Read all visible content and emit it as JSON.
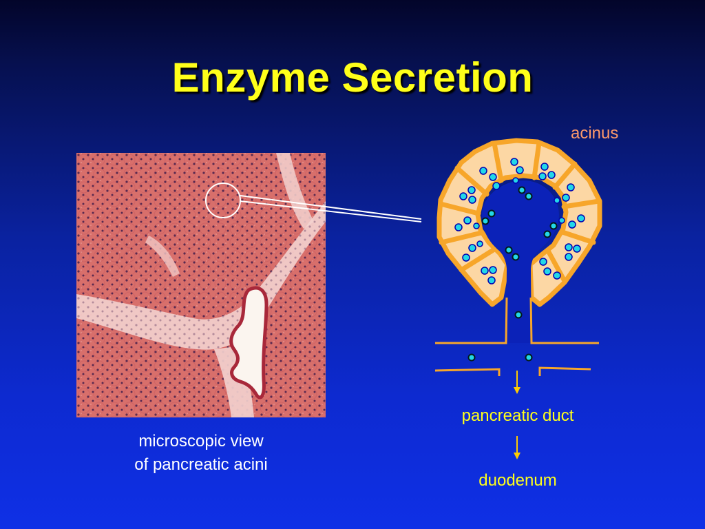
{
  "slide": {
    "title": "Enzyme Secretion",
    "caption_line1": "microscopic view",
    "caption_line2": "of pancreatic acini",
    "label_acinus": "acinus",
    "label_duct": "pancreatic duct",
    "label_duodenum": "duodenum"
  },
  "colors": {
    "title": "#ffff1a",
    "acinus_label": "#ff9a6a",
    "cell_fill": "#fcd7a4",
    "cell_border": "#f7a62a",
    "granule_fill": "#22d8e8",
    "granule_stroke": "#0000b0",
    "tissue": "#dc7670"
  }
}
